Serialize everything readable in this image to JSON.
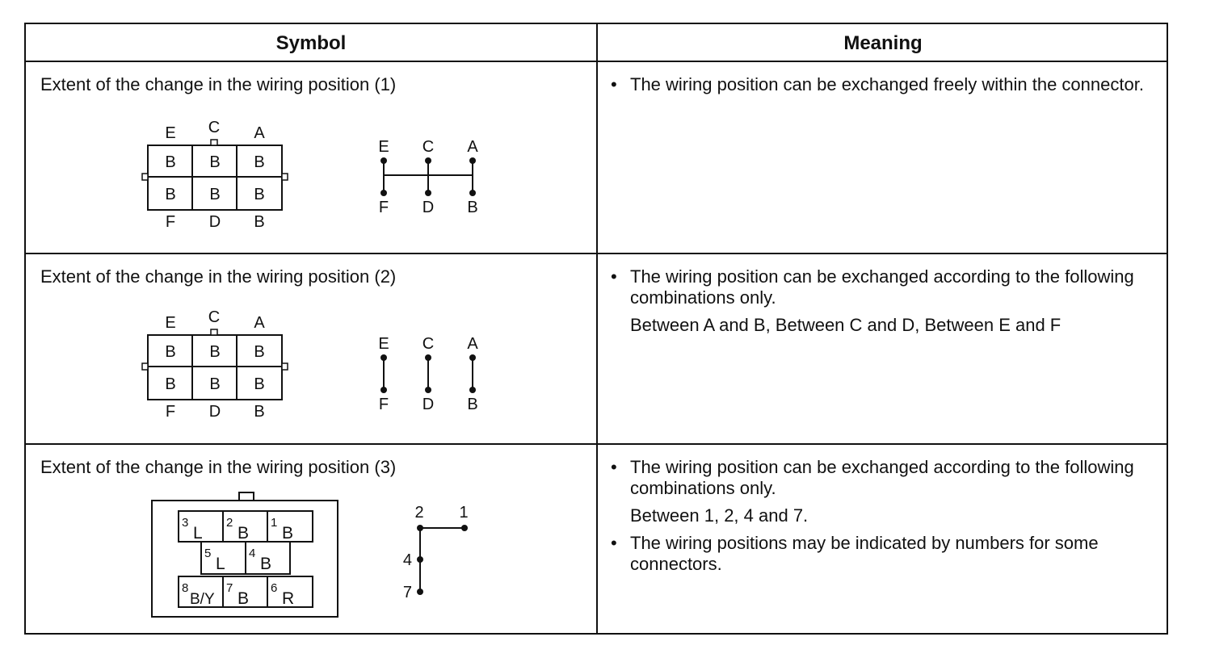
{
  "headers": {
    "symbol": "Symbol",
    "meaning": "Meaning"
  },
  "rows": [
    {
      "title": "Extent of the change in the wiring position (1)",
      "bullets": [
        {
          "text": "The wiring position can be exchanged freely within the connector.",
          "sub": ""
        }
      ]
    },
    {
      "title": "Extent of the change in the wiring position (2)",
      "bullets": [
        {
          "text": "The wiring position can be exchanged according to the following combinations only.",
          "sub": "Between A and B, Between C and D, Between E and F"
        }
      ]
    },
    {
      "title": "Extent of the change in the wiring position (3)",
      "bullets": [
        {
          "text": "The wiring position can be exchanged according to the following combinations only.",
          "sub": "Between 1, 2, 4 and 7."
        },
        {
          "text": "The wiring positions may be indicated by numbers for some connectors.",
          "sub": ""
        }
      ]
    }
  ],
  "bullet_glyph": "•",
  "connector_6": {
    "top_labels": [
      "E",
      "C",
      "A"
    ],
    "bottom_labels": [
      "F",
      "D",
      "B"
    ],
    "cells": [
      "B",
      "B",
      "B",
      "B",
      "B",
      "B"
    ]
  },
  "terminals_6": {
    "top": [
      "E",
      "C",
      "A"
    ],
    "bottom": [
      "F",
      "D",
      "B"
    ]
  },
  "connector_8": {
    "row1": [
      {
        "n": "3",
        "c": "L"
      },
      {
        "n": "2",
        "c": "B"
      },
      {
        "n": "1",
        "c": "B"
      }
    ],
    "row2": [
      {
        "n": "5",
        "c": "L"
      },
      {
        "n": "4",
        "c": "B"
      }
    ],
    "row3": [
      {
        "n": "8",
        "c": "B/Y"
      },
      {
        "n": "7",
        "c": "B"
      },
      {
        "n": "6",
        "c": "R"
      }
    ]
  },
  "terminals_8": {
    "labels": [
      "2",
      "1",
      "4",
      "7"
    ]
  }
}
